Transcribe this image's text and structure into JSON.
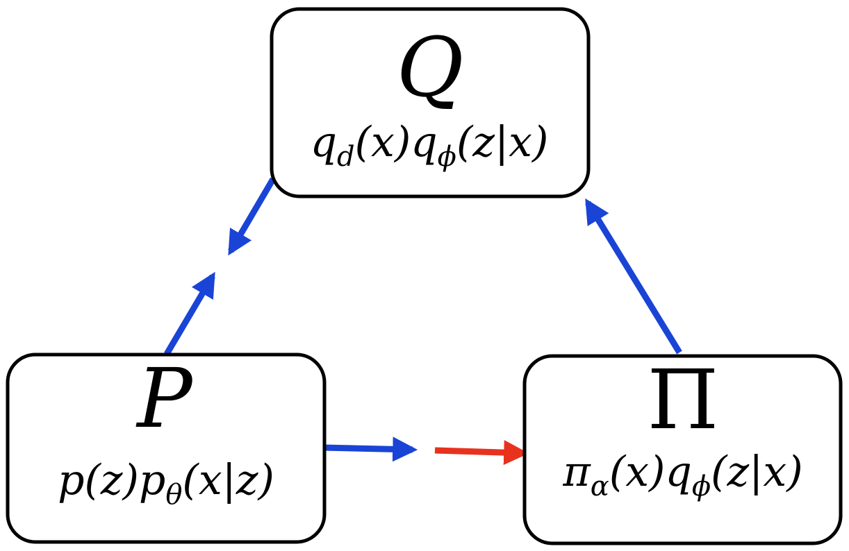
{
  "nodes": {
    "q": {
      "symbol": "Q",
      "formula": "q_d(x)q_ϕ(z|x)",
      "f1": "q",
      "f1_sub": "d",
      "f2": "(x)q",
      "f2_sub": "ϕ",
      "f3": "(z|x)"
    },
    "p": {
      "symbol": "P",
      "formula": "p(z)p_θ(x|z)",
      "f1": "p(z)p",
      "f1_sub": "θ",
      "f2": "(x|z)"
    },
    "pi": {
      "symbol": "Π",
      "formula": "π_α(x)q_ϕ(z|x)",
      "f1": "π",
      "f1_sub": "α",
      "f2": "(x)q",
      "f2_sub": "ϕ",
      "f3": "(z|x)"
    }
  },
  "colors": {
    "blue_arrow": "#1a44d6",
    "red_arrow": "#e8321e",
    "box_stroke": "#000000"
  }
}
